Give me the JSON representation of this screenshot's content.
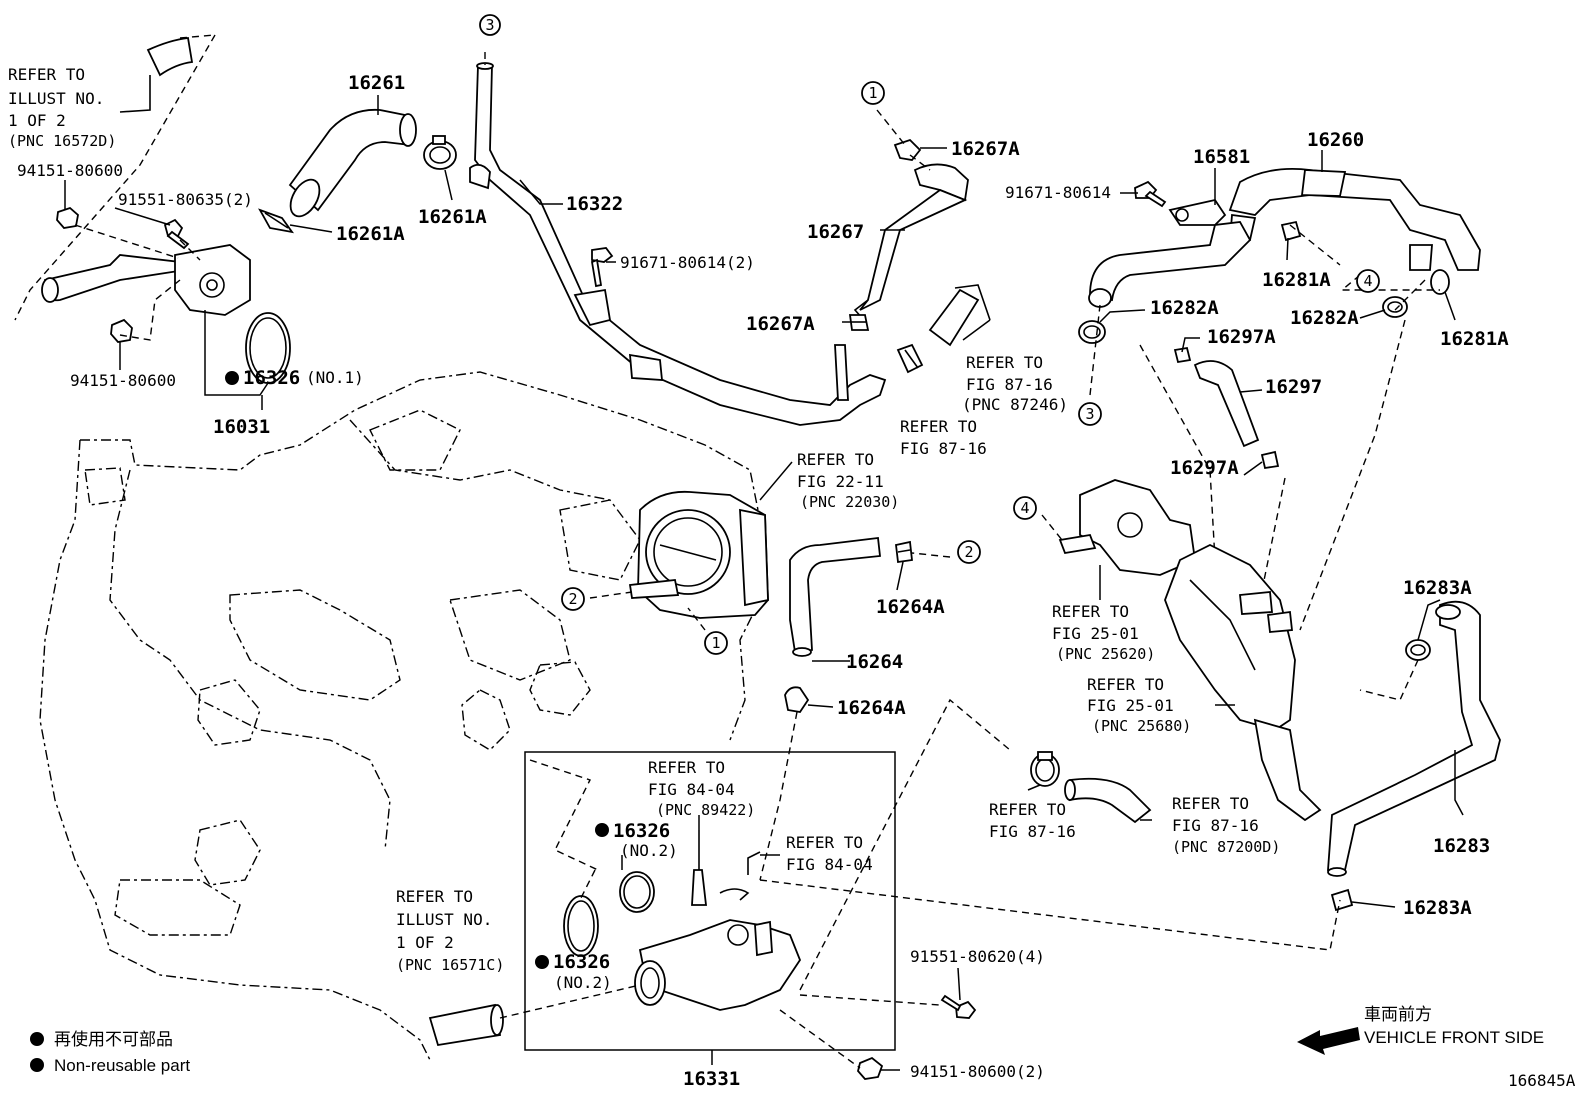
{
  "parts": {
    "p16261": "16261",
    "p16261A_a": "16261A",
    "p16261A_b": "16261A",
    "p16322": "16322",
    "p16267A_top": "16267A",
    "p16267": "16267",
    "p16267A_low": "16267A",
    "p16581": "16581",
    "p16260": "16260",
    "p91671_80614": "91671-80614",
    "p91671_80614_2": "91671-80614(2)",
    "p16281A_a": "16281A",
    "p16281A_b": "16281A",
    "p16282A_a": "16282A",
    "p16282A_b": "16282A",
    "p16297A_a": "16297A",
    "p16297A_b": "16297A",
    "p16297": "16297",
    "p94151_80600_a": "94151-80600",
    "p94151_80600_b": "94151-80600",
    "p91551_80635": "91551-80635(2)",
    "p16326_no1": "16326",
    "p16326_no1_note": "(NO.1)",
    "p16031": "16031",
    "p16264A_a": "16264A",
    "p16264": "16264",
    "p16264A_b": "16264A",
    "p16326_no2a": "16326",
    "p16326_no2a_note": "(NO.2)",
    "p16326_no2b": "16326",
    "p16326_no2b_note": "(NO.2)",
    "p16331": "16331",
    "p91551_80620": "91551-80620(4)",
    "p94151_80600_2": "94151-80600(2)",
    "p16283A_a": "16283A",
    "p16283": "16283",
    "p16283A_b": "16283A"
  },
  "refs": {
    "illust_top": [
      "REFER TO",
      "ILLUST NO.",
      "1 OF 2",
      "(PNC 16572D)"
    ],
    "fig_87_16_a": [
      "REFER TO",
      "FIG 87-16",
      "(PNC 87246)"
    ],
    "fig_87_16_b": [
      "REFER TO",
      "FIG 87-16"
    ],
    "fig_22_11": [
      "REFER TO",
      "FIG 22-11",
      "(PNC 22030)"
    ],
    "fig_25_01_a": [
      "REFER TO",
      "FIG 25-01",
      "(PNC 25620)"
    ],
    "fig_25_01_b": [
      "REFER TO",
      "FIG 25-01",
      "(PNC 25680)"
    ],
    "fig_84_04_a": [
      "REFER TO",
      "FIG 84-04",
      "(PNC 89422)"
    ],
    "fig_84_04_b": [
      "REFER TO",
      "FIG 84-04"
    ],
    "fig_87_16_c": [
      "REFER TO",
      "FIG 87-16"
    ],
    "fig_87_16_d": [
      "REFER TO",
      "FIG 87-16",
      "(PNC 87200D)"
    ],
    "illust_bottom": [
      "REFER TO",
      "ILLUST NO.",
      "1 OF 2",
      "(PNC 16571C)"
    ]
  },
  "callouts": {
    "c3_top": "3",
    "c1_top": "1",
    "c4_right": "4",
    "c3_right": "3",
    "c2_right": "2",
    "c2_left": "2",
    "c1_mid": "1",
    "c4_mid": "4"
  },
  "legend": {
    "jp": "再使用不可部品",
    "en": "Non-reusable part"
  },
  "direction": {
    "jp": "車両前方",
    "en": "VEHICLE FRONT SIDE"
  },
  "figure_id": "166845A"
}
